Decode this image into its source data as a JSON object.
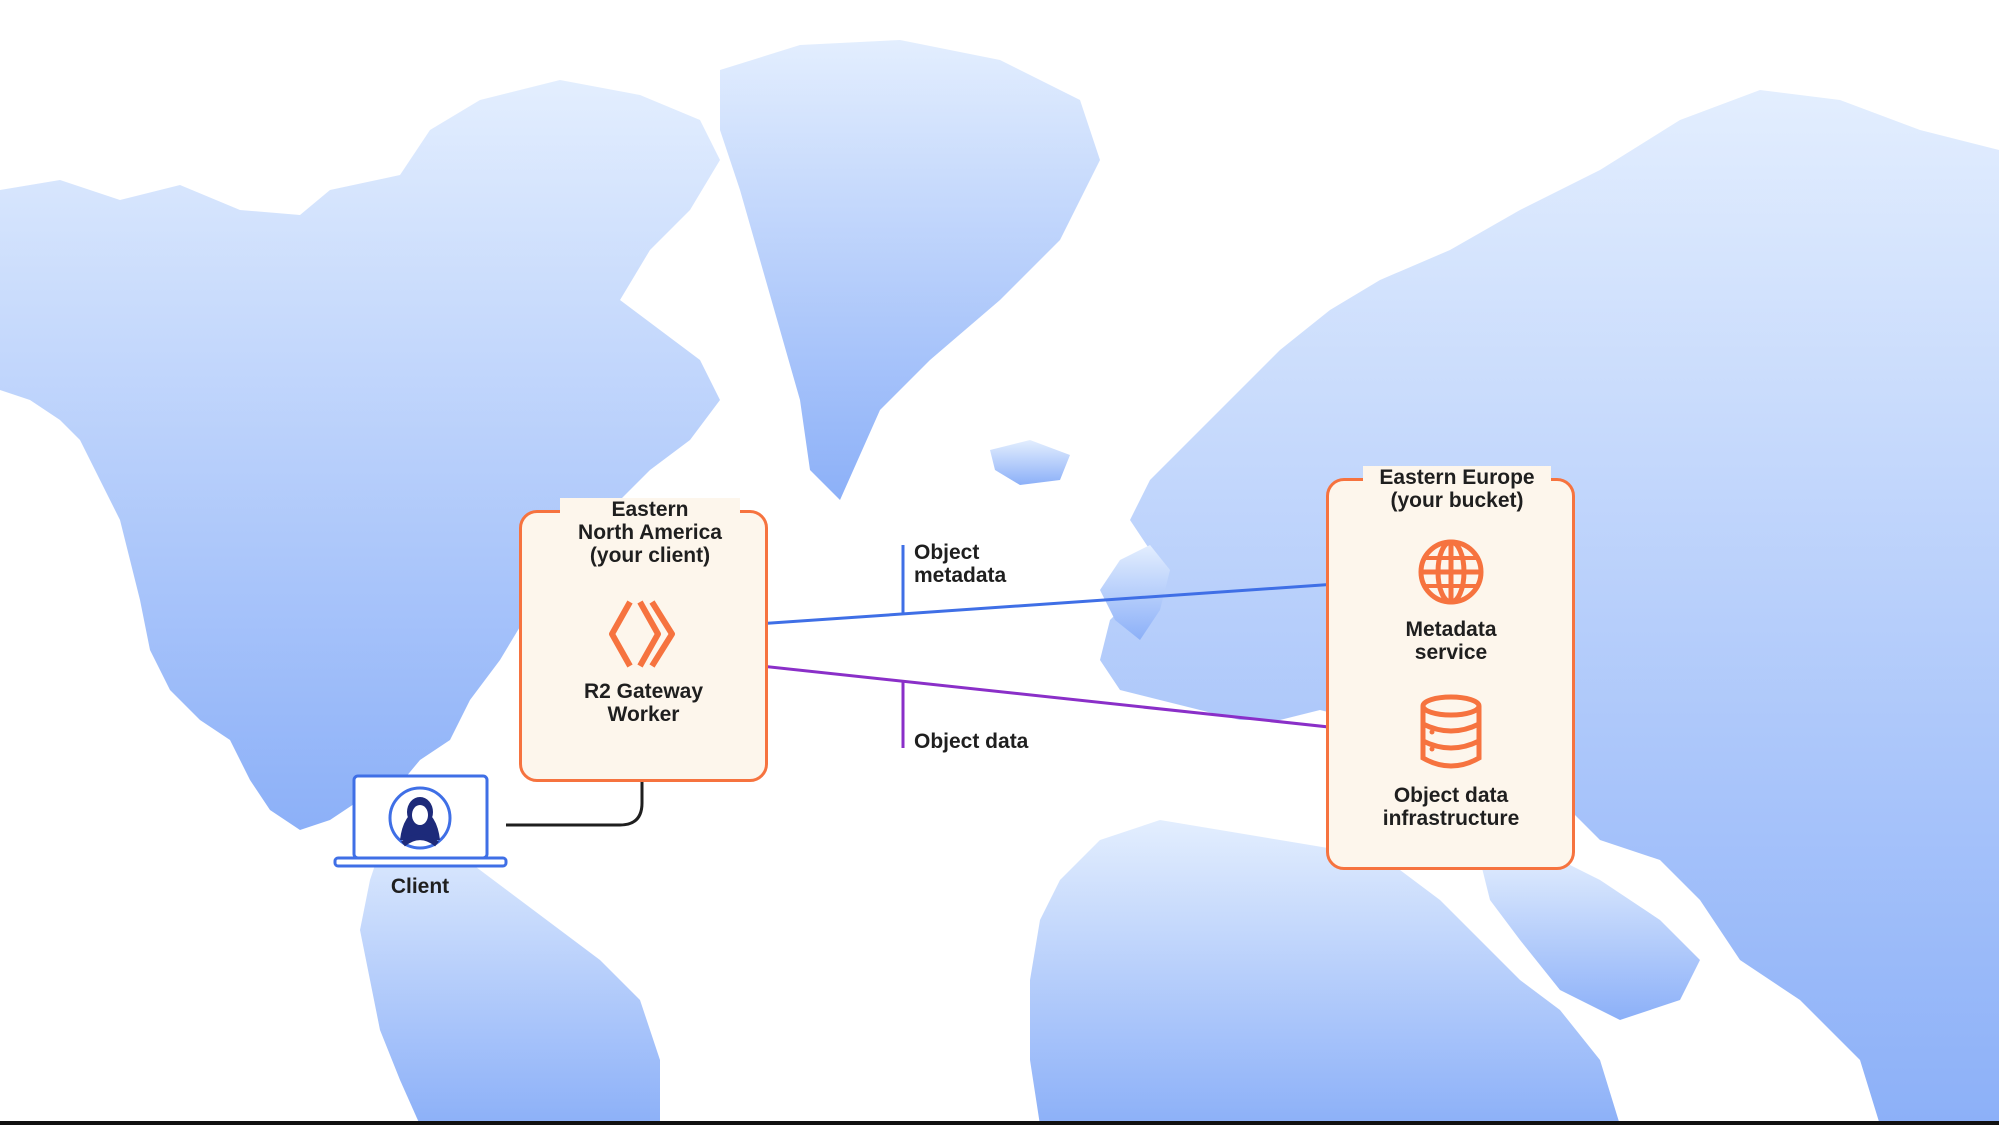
{
  "colors": {
    "land_top": "#dce9fd",
    "land_bottom": "#8fb2f9",
    "box_border": "#f6733f",
    "box_fill": "#fdf6ec",
    "metadata_arrow": "#3f6fe6",
    "data_arrow": "#8a2fc8",
    "client_arrow": "#1f1f1f",
    "icon_orange": "#f6733f"
  },
  "client": {
    "label": "Client",
    "icon": "laptop-user-icon"
  },
  "client_box": {
    "title_lines": [
      "Eastern",
      "North America",
      "(your client)"
    ],
    "worker_lines": [
      "R2 Gateway",
      "Worker"
    ],
    "icon": "cloudflare-workers-icon"
  },
  "bucket_box": {
    "title_lines": [
      "Eastern Europe",
      "(your bucket)"
    ],
    "metadata_lines": [
      "Metadata",
      "service"
    ],
    "metadata_icon": "globe-icon",
    "data_lines": [
      "Object data",
      "infrastructure"
    ],
    "data_icon": "database-icon"
  },
  "flows": {
    "metadata_lines": [
      "Object",
      "metadata"
    ],
    "data_label": "Object data"
  }
}
